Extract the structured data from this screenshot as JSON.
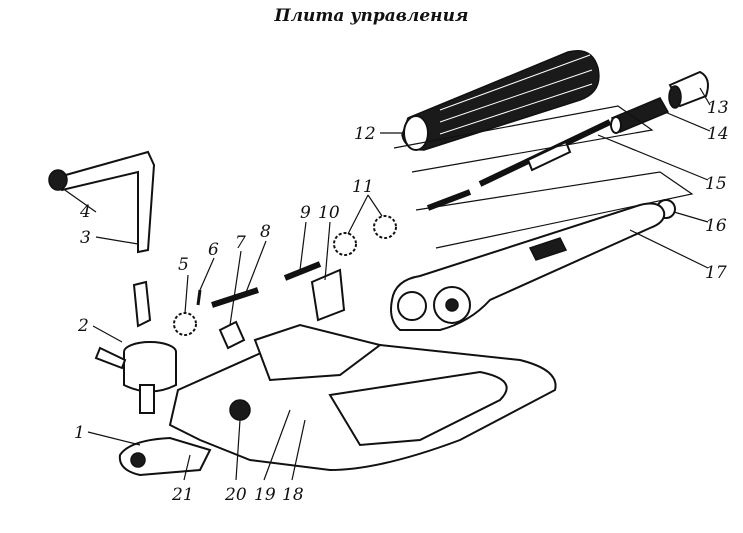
{
  "title": "Плита управления",
  "labels": [
    "1",
    "2",
    "3",
    "4",
    "5",
    "6",
    "7",
    "8",
    "9",
    "10",
    "11",
    "12",
    "13",
    "14",
    "15",
    "16",
    "17",
    "18",
    "19",
    "20",
    "21"
  ]
}
